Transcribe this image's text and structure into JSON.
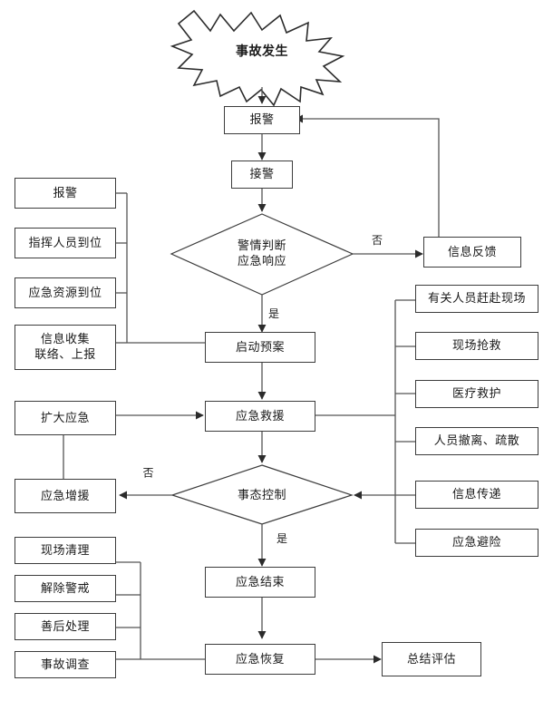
{
  "diagram": {
    "title_node": {
      "label": "事故发生",
      "shape": "burst"
    },
    "main_flow": [
      {
        "id": "alarm",
        "label": "报警",
        "shape": "rect"
      },
      {
        "id": "receive",
        "label": "接警",
        "shape": "rect"
      },
      {
        "id": "judge",
        "label": "警情判断\n应急响应",
        "shape": "diamond"
      },
      {
        "id": "start_plan",
        "label": "启动预案",
        "shape": "rect"
      },
      {
        "id": "rescue",
        "label": "应急救援",
        "shape": "rect"
      },
      {
        "id": "control",
        "label": "事态控制",
        "shape": "diamond"
      },
      {
        "id": "emergency_end",
        "label": "应急结束",
        "shape": "rect"
      },
      {
        "id": "recovery",
        "label": "应急恢复",
        "shape": "rect"
      }
    ],
    "left_group_top": [
      {
        "id": "left-alarm",
        "label": "报警"
      },
      {
        "id": "left-command",
        "label": "指挥人员到位"
      },
      {
        "id": "left-resource",
        "label": "应急资源到位"
      },
      {
        "id": "left-info",
        "label": "信息收集\n联络、上报"
      }
    ],
    "left_group_bottom": [
      {
        "id": "site-clean",
        "label": "现场清理"
      },
      {
        "id": "lift-guard",
        "label": "解除警戒"
      },
      {
        "id": "aftercare",
        "label": "善后处理"
      },
      {
        "id": "investigation",
        "label": "事故调查"
      }
    ],
    "right_group": [
      {
        "id": "personnel-arrive",
        "label": "有关人员赶赴现场"
      },
      {
        "id": "site-rescue",
        "label": "现场抢救"
      },
      {
        "id": "medical",
        "label": "医疗救护"
      },
      {
        "id": "evacuate",
        "label": "人员撤离、疏散"
      },
      {
        "id": "info-transfer",
        "label": "信息传递"
      },
      {
        "id": "shelter",
        "label": "应急避险"
      }
    ],
    "side_nodes": [
      {
        "id": "feedback",
        "label": "信息反馈"
      },
      {
        "id": "expand",
        "label": "扩大应急"
      },
      {
        "id": "reinforce",
        "label": "应急增援"
      },
      {
        "id": "summary",
        "label": "总结评估"
      }
    ],
    "edge_labels": [
      {
        "id": "judge-no",
        "label": "否"
      },
      {
        "id": "judge-yes",
        "label": "是"
      },
      {
        "id": "control-no",
        "label": "否"
      },
      {
        "id": "control-yes",
        "label": "是"
      }
    ],
    "colors": {
      "stroke": "#3c3c3c",
      "line": "#555555",
      "text": "#1a1a1a",
      "background": "#ffffff"
    }
  }
}
